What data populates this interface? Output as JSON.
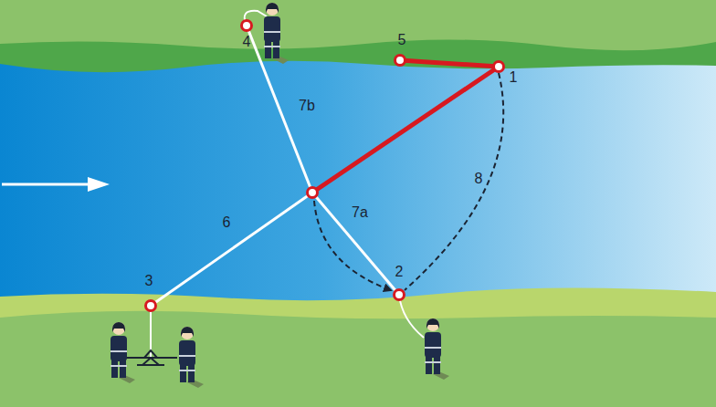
{
  "diagram": {
    "labels": [
      "5",
      "1",
      "4",
      "7b",
      "6",
      "7a",
      "8",
      "3",
      "2"
    ]
  }
}
